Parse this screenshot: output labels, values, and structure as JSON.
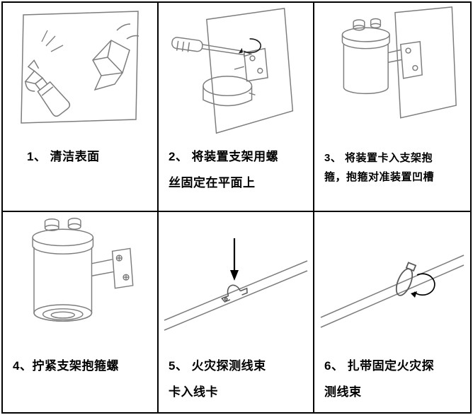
{
  "panels": [
    {
      "caption": "1、 清洁表面",
      "illustration": "spray-bottle-and-cloth"
    },
    {
      "caption": "2、 将装置支架用螺\n丝固定在平面上",
      "illustration": "screwdriver-fixing-bracket-to-wall"
    },
    {
      "caption": "3、 将装置卡入支架抱\n箍，抱箍对准装置凹槽",
      "illustration": "device-clipped-into-bracket-clamp"
    },
    {
      "caption": "4、拧紧支架抱箍螺",
      "illustration": "tighten-bracket-clamp-screw"
    },
    {
      "caption": "5、 火灾探测线束\n卡入线卡",
      "illustration": "wire-harness-into-wire-clip"
    },
    {
      "caption": "6、 扎带固定火灾探\n测线束",
      "illustration": "cable-tie-fixing-wire-harness"
    }
  ]
}
